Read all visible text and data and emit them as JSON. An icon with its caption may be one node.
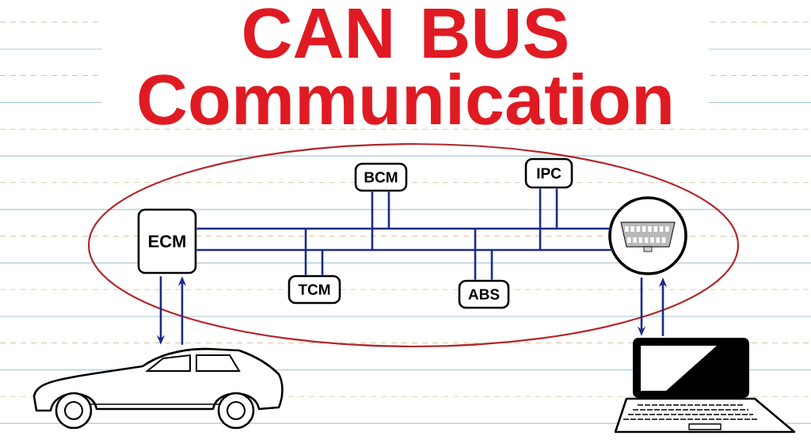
{
  "diagram": {
    "title": "CAN BUS Communication",
    "nodes": [
      {
        "text": [
          "ECM"
        ]
      },
      {
        "text": [
          "BCM"
        ]
      },
      {
        "text": [
          "IPC"
        ]
      },
      {
        "text": [
          "TCM"
        ]
      },
      {
        "text": [
          "ABS"
        ]
      },
      {
        "text": [],
        "shape": "circle"
      },
      {
        "text": [],
        "shape": "picture"
      },
      {
        "text": [],
        "shape": "picture"
      }
    ],
    "edges": [
      {
        "from": 0,
        "to": 5,
        "arrow": "none"
      },
      {
        "from": 0,
        "to": 5,
        "arrow": "none"
      },
      {
        "from": 1,
        "to": null,
        "arrow": "none"
      },
      {
        "from": 1,
        "to": null,
        "arrow": "none"
      },
      {
        "from": 2,
        "to": null,
        "arrow": "none"
      },
      {
        "from": 2,
        "to": null,
        "arrow": "none"
      },
      {
        "from": 3,
        "to": null,
        "arrow": "none"
      },
      {
        "from": 3,
        "to": null,
        "arrow": "none"
      },
      {
        "from": 4,
        "to": null,
        "arrow": "none"
      },
      {
        "from": 4,
        "to": null,
        "arrow": "none"
      },
      {
        "from": 0,
        "to": 6,
        "arrow": "to"
      },
      {
        "from": 6,
        "to": 0,
        "arrow": "to"
      },
      {
        "from": 5,
        "to": 7,
        "arrow": "to"
      },
      {
        "from": 7,
        "to": 5,
        "arrow": "to"
      }
    ]
  }
}
